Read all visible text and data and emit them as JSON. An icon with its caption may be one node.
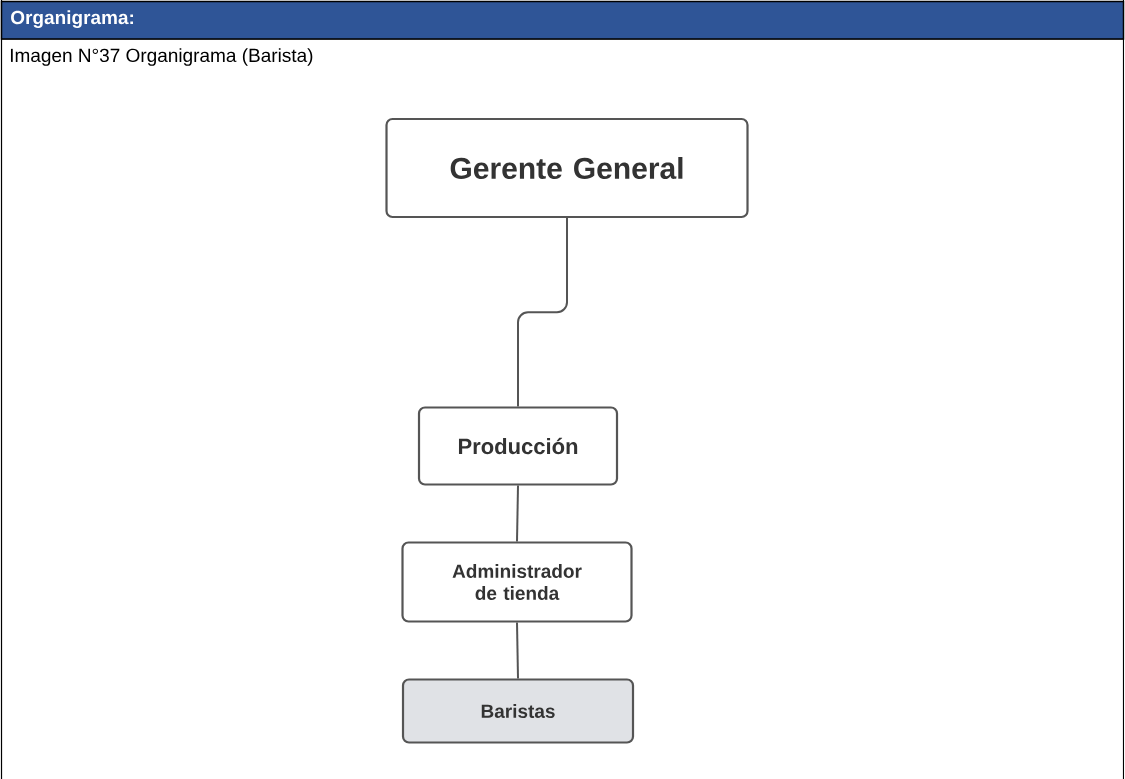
{
  "diagram": {
    "title": "Organigrama:",
    "caption": "Imagen N°37 Organigrama (Barista)",
    "nodes": [
      {
        "text": [
          "Gerente General"
        ]
      },
      {
        "text": [
          "Producción"
        ]
      },
      {
        "text": [
          "Administrador de tienda"
        ]
      },
      {
        "text": [
          "Baristas"
        ]
      }
    ],
    "edges": [
      {
        "from": 0,
        "to": 1,
        "arrow": "none"
      },
      {
        "from": 1,
        "to": 2,
        "arrow": "none"
      },
      {
        "from": 2,
        "to": 3,
        "arrow": "none"
      }
    ]
  }
}
